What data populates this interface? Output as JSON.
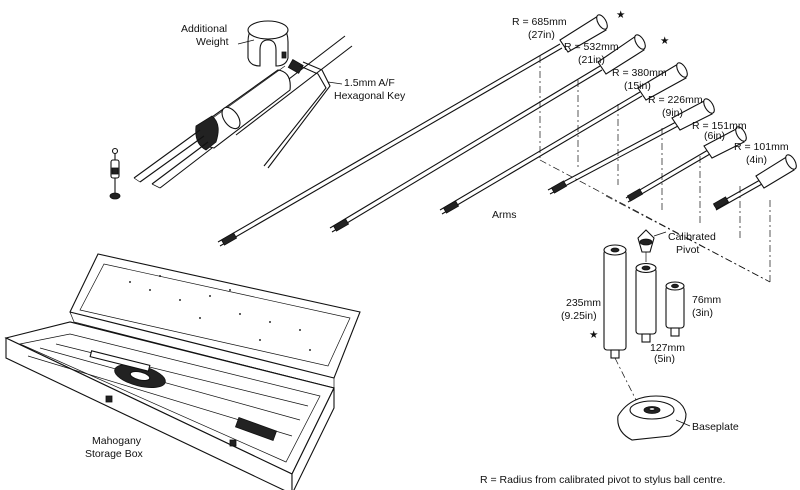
{
  "labels": {
    "additional_weight_line1": "Additional",
    "additional_weight_line2": "Weight",
    "hex_key_line1": "1.5mm A/F",
    "hex_key_line2": "Hexagonal Key",
    "arms": "Arms",
    "calibrated_pivot_line1": "Calibrated",
    "calibrated_pivot_line2": "Pivot",
    "baseplate": "Baseplate",
    "storage_box_line1": "Mahogany",
    "storage_box_line2": "Storage Box"
  },
  "arms": [
    {
      "radius": "R = 685mm",
      "imperial": "(27in)",
      "starred": true
    },
    {
      "radius": "R = 532mm",
      "imperial": "(21in)",
      "starred": true
    },
    {
      "radius": "R = 380mm",
      "imperial": "(15in)",
      "starred": false
    },
    {
      "radius": "R = 226mm",
      "imperial": "(9in)",
      "starred": false
    },
    {
      "radius": "R = 151mm",
      "imperial": "(6in)",
      "starred": false
    },
    {
      "radius": "R = 101mm",
      "imperial": "(4in)",
      "starred": false
    }
  ],
  "pillars": [
    {
      "size": "235mm",
      "imperial": "(9.25in)",
      "starred": true
    },
    {
      "size": "127mm",
      "imperial": "(5in)",
      "starred": false
    },
    {
      "size": "76mm",
      "imperial": "(3in)",
      "starred": false
    }
  ],
  "star_symbol": "★",
  "footnote": "R = Radius from calibrated pivot to stylus ball centre."
}
